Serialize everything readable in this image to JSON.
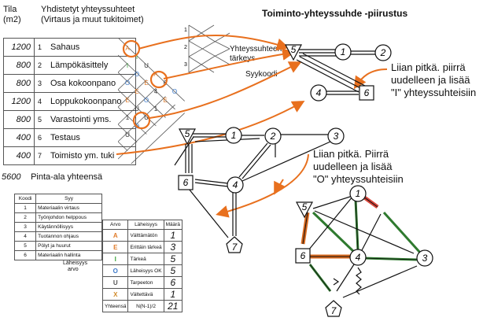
{
  "header": {
    "area_col_title": "Tila",
    "area_col_unit": "(m2)",
    "rel_title_line1": "Yhdistetyt yhteyssuhteet",
    "rel_title_line2": "(Virtaus ja muut tukitoimet)"
  },
  "departments": [
    {
      "area": "1200",
      "num": "1",
      "name": "Sahaus"
    },
    {
      "area": "800",
      "num": "2",
      "name": "Lämpökäsittely"
    },
    {
      "area": "800",
      "num": "3",
      "name": "Osa kokoonpano"
    },
    {
      "area": "1200",
      "num": "4",
      "name": "Loppukokoonpano"
    },
    {
      "area": "800",
      "num": "5",
      "name": "Varastointi yms."
    },
    {
      "area": "400",
      "num": "6",
      "name": "Testaus"
    },
    {
      "area": "400",
      "num": "7",
      "name": "Toimisto ym. tuki"
    }
  ],
  "total": {
    "area": "5600",
    "label": "Pinta-ala yhteensä"
  },
  "matrix_codes": [
    "A",
    "I",
    "O",
    "E",
    "1",
    "U",
    "I",
    "O",
    "E",
    "U",
    "O",
    "U",
    "E",
    "O",
    "U",
    "A",
    "4",
    "1",
    "6",
    "E",
    "O"
  ],
  "diagram_title": "Toiminto-yhteyssuhde -piirustus",
  "legend": {
    "importance": "Yhteyssuhteen\ntärkeys",
    "reason": "Syykoodi",
    "rows": [
      "1",
      "2",
      "3"
    ]
  },
  "notes": {
    "note1_l1": "Liian pitkä. piirrä",
    "note1_l2": "uudelleen ja lisää",
    "note1_l3": "\"I\" yhteyssuhteisiin",
    "note2_l1": "Liian pitkä. Piirrä",
    "note2_l2": "uudelleen ja lisää",
    "note2_l3": "\"O\" yhteyssuhteisiin"
  },
  "reasons": {
    "head_code": "Koodi",
    "head_reason": "Syy",
    "rows": [
      {
        "code": "1",
        "text": "Materiaalin virtaus"
      },
      {
        "code": "2",
        "text": "Työnjohdon helppous"
      },
      {
        "code": "3",
        "text": "Käytännöllisyys"
      },
      {
        "code": "4",
        "text": "Tuotannon ohjaus"
      },
      {
        "code": "5",
        "text": "Pölyt ja huurut"
      },
      {
        "code": "6",
        "text": "Materiaalin hallinta"
      }
    ]
  },
  "closeness": {
    "side_label_l1": "Läheisyys",
    "side_label_l2": "arvo",
    "head_value": "Arvo",
    "head_closeness": "Läheisyys",
    "head_count": "Määrä",
    "rows": [
      {
        "value": "A",
        "text": "Välttämätön",
        "count": "1",
        "color": "#e07b2a"
      },
      {
        "value": "E",
        "text": "Erittäin tärkeä",
        "count": "3",
        "color": "#e07b2a"
      },
      {
        "value": "I",
        "text": "Tärkeä",
        "count": "5",
        "color": "#3aa43a"
      },
      {
        "value": "O",
        "text": "Läheisyys OK",
        "count": "5",
        "color": "#3b78c8"
      },
      {
        "value": "U",
        "text": "Tarpeeton",
        "count": "6",
        "color": "#555555"
      },
      {
        "value": "X",
        "text": "Vältettävä",
        "count": "1",
        "color": "#d08a2a"
      }
    ],
    "total_label": "Yhteensä",
    "total_formula": "N(N-1)/2",
    "total_count": "21"
  },
  "nodes": [
    "1",
    "2",
    "3",
    "4",
    "5",
    "6",
    "7"
  ]
}
